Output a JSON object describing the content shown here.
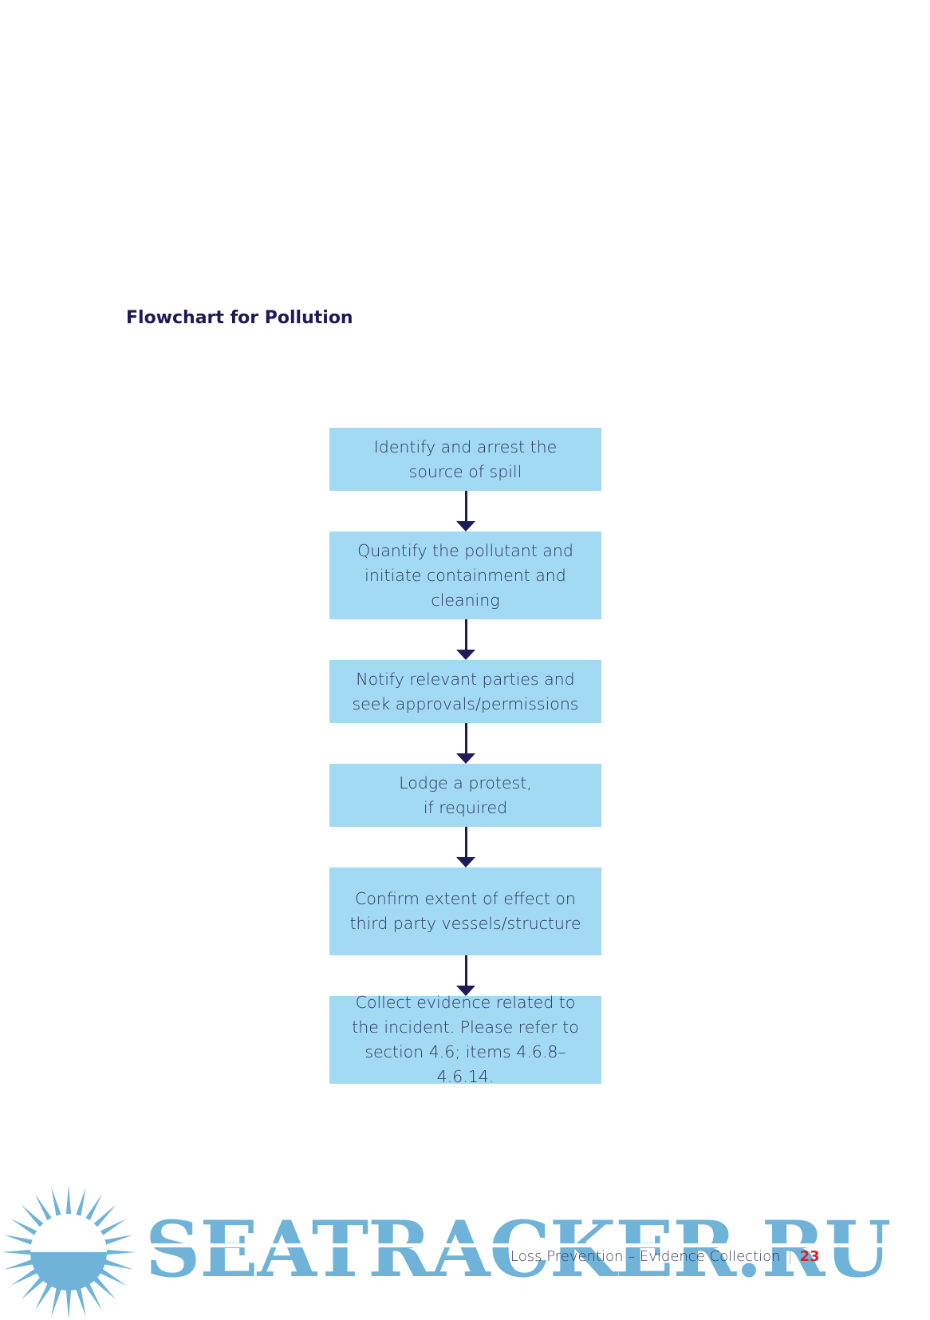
{
  "page": {
    "title": "Flowchart for Pollution"
  },
  "flowchart": {
    "box_color": "#a2d9f3",
    "arrow_color": "#1f1a5b",
    "steps": [
      {
        "text": "Identify and arrest the\nsource of spill"
      },
      {
        "text": "Quantify the pollutant and\ninitiate containment and\ncleaning"
      },
      {
        "text": "Notify relevant parties and\nseek approvals/permissions"
      },
      {
        "text": "Lodge a protest,\nif required"
      },
      {
        "text": "Confirm extent of effect on\nthird party vessels/structure"
      },
      {
        "text": "Collect evidence related to\nthe incident. Please refer to\nsection 4.6; items 4.6.8–4.6.14."
      }
    ]
  },
  "footer": {
    "label": "Loss Prevention – Evidence Collection",
    "separator": "|",
    "page_number": "23"
  },
  "watermark": {
    "text": "SEATRACKER.RU",
    "color": "#6fb3d8",
    "icon": "sun-icon"
  }
}
